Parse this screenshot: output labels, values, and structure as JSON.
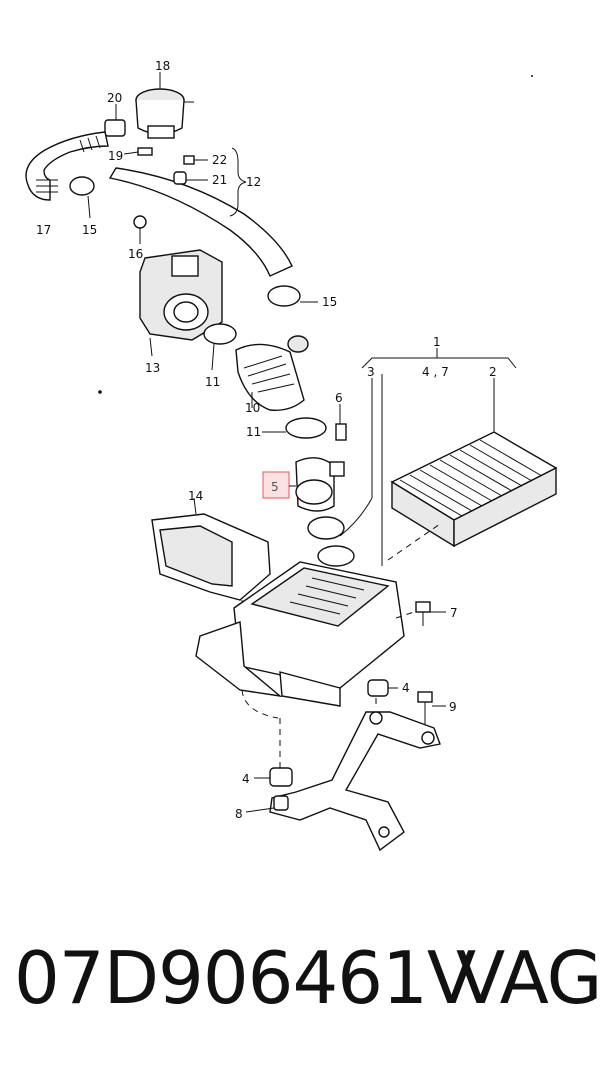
{
  "diagram": {
    "labels": {
      "p1": "1",
      "p2": "2",
      "p3": "3",
      "p47": "4 , 7",
      "p4a": "4",
      "p4b": "4",
      "p5": "5",
      "p6": "6",
      "p7": "7",
      "p8": "8",
      "p9": "9",
      "p10": "10",
      "p11a": "11",
      "p11b": "11",
      "p12": "12",
      "p13": "13",
      "p14": "14",
      "p15a": "15",
      "p15b": "15",
      "p16": "16",
      "p17": "17",
      "p18": "18",
      "p19": "19",
      "p20": "20",
      "p21": "21",
      "p22": "22"
    },
    "highlight_color": "#e57373"
  },
  "footer": {
    "part_number": "07D906461V",
    "brand": "VAG"
  }
}
